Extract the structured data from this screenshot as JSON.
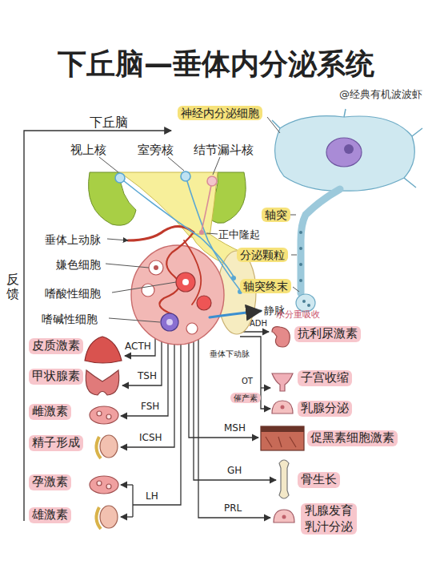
{
  "diagram": {
    "title": "下丘脑—垂体内分泌系统",
    "nodes": [
      {
        "text": [
          "神经内分泌细胞"
        ]
      },
      {
        "text": [
          "轴突"
        ]
      },
      {
        "text": [
          "分泌颗粒"
        ]
      },
      {
        "text": [
          "轴突终末"
        ]
      },
      {
        "text": [
          "皮质激素"
        ]
      },
      {
        "text": [
          "甲状腺素"
        ]
      },
      {
        "text": [
          "雌激素"
        ]
      },
      {
        "text": [
          "精子形成"
        ]
      },
      {
        "text": [
          "孕激素"
        ]
      },
      {
        "text": [
          "雄激素"
        ]
      },
      {
        "text": [
          "抗利尿激素"
        ]
      },
      {
        "text": [
          "子宫收缩"
        ]
      },
      {
        "text": [
          "催产素"
        ]
      },
      {
        "text": [
          "乳腺分泌"
        ]
      },
      {
        "text": [
          "促黑素细胞激素"
        ]
      },
      {
        "text": [
          "骨生长"
        ]
      },
      {
        "text": [
          "乳腺发育 乳汁分泌"
        ]
      }
    ],
    "labels": [
      "下丘脑",
      "视上核",
      "室旁核",
      "结节漏斗核",
      "垂体上动脉",
      "正中隆起",
      "嫌色细胞",
      "嗜酸性细胞",
      "嗜碱性细胞",
      "静脉",
      "反馈",
      "水分重吸收",
      "ADH",
      "ACTH",
      "垂体下动脉",
      "TSH",
      "OT",
      "FSH",
      "MSH",
      "ICSH",
      "GH",
      "LH",
      "PRL",
      "@经典有机波波虾"
    ]
  }
}
